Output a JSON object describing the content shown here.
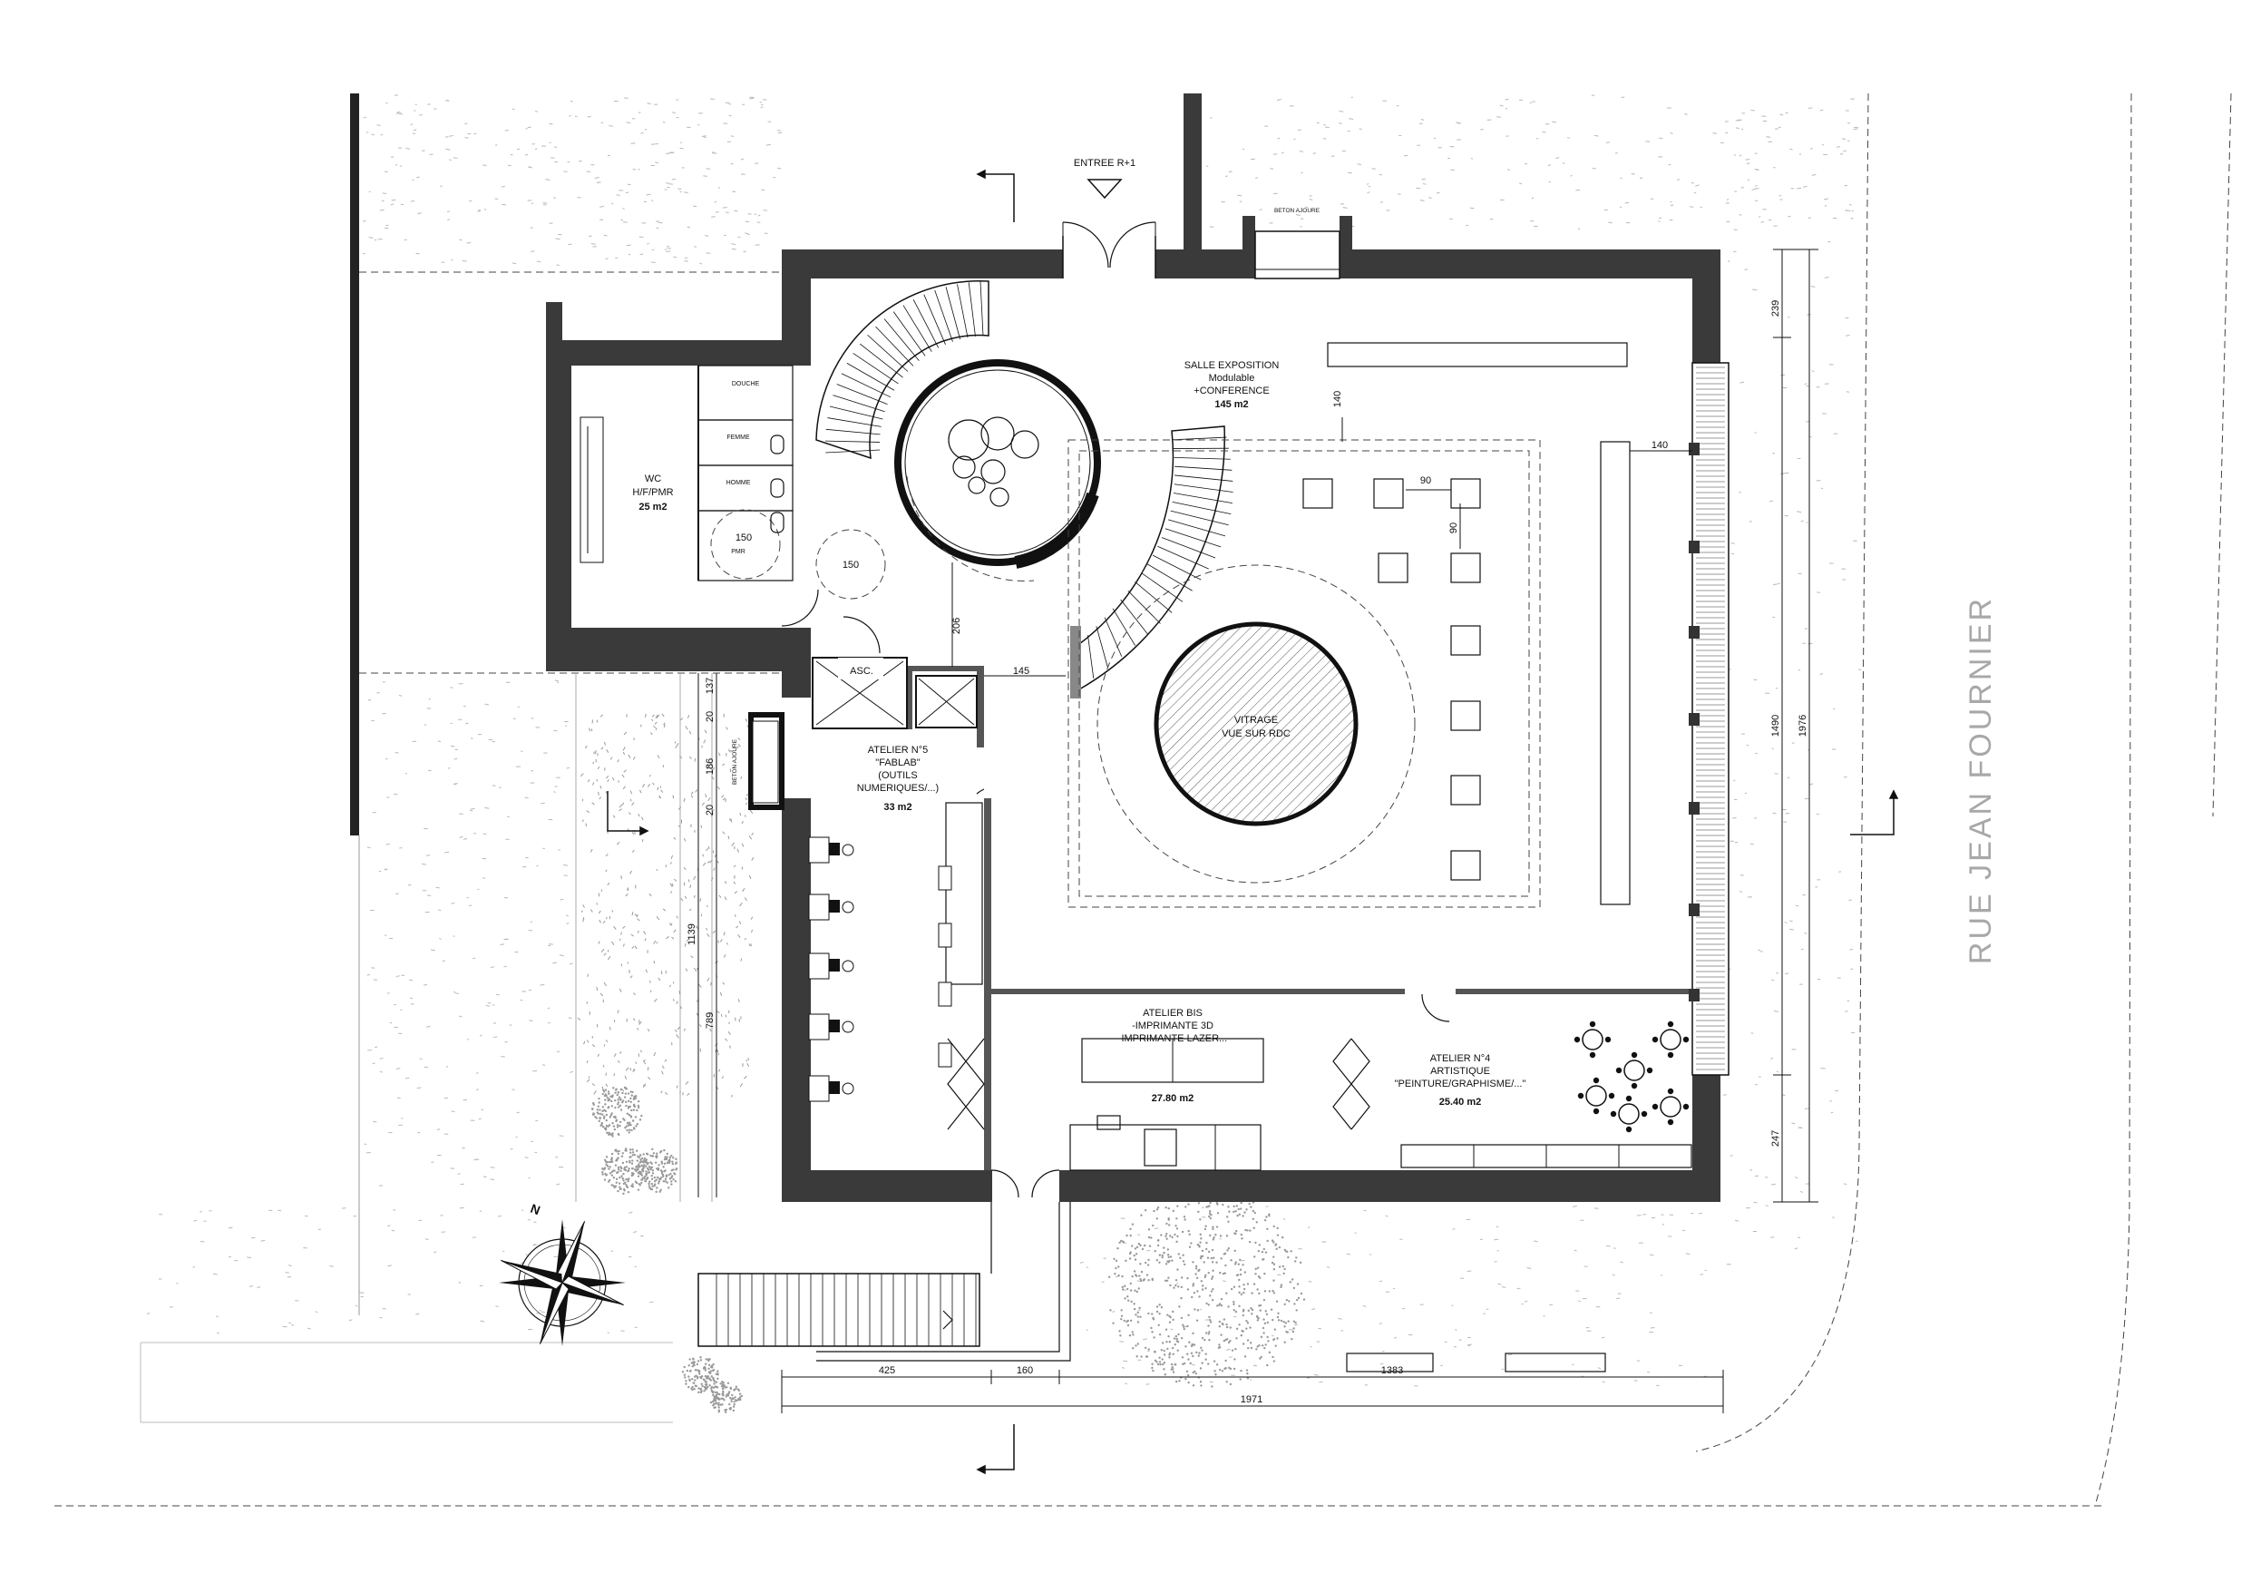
{
  "plan": {
    "rooms": {
      "salle_title": "SALLE EXPOSITION",
      "salle_sub1": "Modulable",
      "salle_sub2": "+CONFERENCE",
      "salle_area": "145 m2",
      "wc_title": "WC",
      "wc_sub": "H/F/PMR",
      "wc_area": "25 m2",
      "douche": "DOUCHE",
      "femme": "FEMME",
      "homme": "HOMME",
      "pmr": "PMR",
      "asc": "ASC.",
      "fablab_title": "ATELIER N°5",
      "fablab_sub1": "\"FABLAB\"",
      "fablab_sub2": "(OUTILS",
      "fablab_sub3": "NUMERIQUES/...)",
      "fablab_area": "33 m2",
      "bis_title": "ATELIER BIS",
      "bis_sub1": "-IMPRIMANTE 3D",
      "bis_sub2": "-IMPRIMANTE LAZER...",
      "bis_area": "27.80 m2",
      "art_title": "ATELIER N°4",
      "art_sub1": "ARTISTIQUE",
      "art_sub2": "\"PEINTURE/GRAPHISME/...\"",
      "art_area": "25.40 m2",
      "vitrage_1": "VITRAGE",
      "vitrage_2": "VUE SUR RDC"
    },
    "entrance": "ENTREE R+1",
    "beton_top": "BETON AJOURE",
    "beton_left": "BETON AJOURE",
    "street": "RUE JEAN FOURNIER",
    "compass": "N",
    "dimensions": {
      "d140a": "140",
      "d140b": "140",
      "d90a": "90",
      "d90b": "90",
      "d150a": "150",
      "d150b": "150",
      "d206": "206",
      "d145": "145",
      "d239": "239",
      "d1490": "1490",
      "d1976": "1976",
      "d247": "247",
      "d425": "425",
      "d160": "160",
      "d1383": "1383",
      "d1971": "1971",
      "d1139": "1139",
      "d789": "789",
      "d186": "186",
      "d20a": "20",
      "d20b": "20",
      "d137": "137"
    }
  }
}
